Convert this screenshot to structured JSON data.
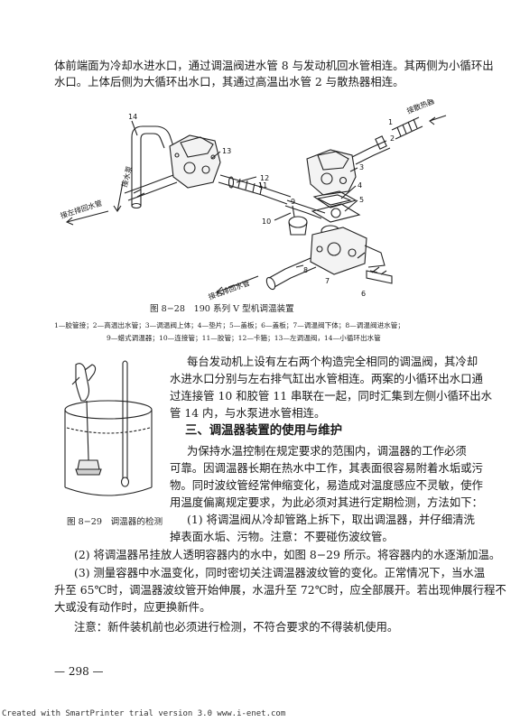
{
  "top_text": {
    "line1": "体前端面为冷却水进水口，通过调温阀进水管 8 与发动机回水管相连。其两侧为小循环出",
    "line2": "水口。上体后侧为大循环出水口，其通过高温出水管 2 与散热器相连。"
  },
  "fig28": {
    "labels": {
      "to_radiator": "接散热器",
      "to_left_return": "接左排回水管",
      "to_water_pump": "接水泵",
      "to_right_return": "接右排回水管",
      "n1": "1",
      "n2": "2",
      "n3": "3",
      "n4": "4",
      "n5": "5",
      "n6": "6",
      "n7": "7",
      "n8": "8",
      "n9": "9",
      "n10": "10",
      "n11": "11",
      "n12": "12",
      "n13": "13",
      "n14": "14"
    },
    "caption": "图 8−28　190 系列 V 型机调温装置",
    "legend_line1": "1—胶管接；2—高温出水管；3—调温阀上体；4—垫片；5—盖板；6—盖板；7—调温阀下体；8—调温阀进水管；",
    "legend_line2": "9—蜡式调温器；10—连接管；11—胶管；12—卡箍；13—左调温阀，14—小循环出水管"
  },
  "right_para": {
    "line1": "每台发动机上设有左右两个构造完全相同的调温阀，其冷却",
    "line2": "水进水口分别与左右排气缸出水管相连。两案的小循环出水口通",
    "line3": "过连接管 10 和胶管 11 串联在一起，同时汇集到左侧小循环出水",
    "line4": "管 14 内，与水泵进水管相连。"
  },
  "section_title": "三、调温器装置的使用与维护",
  "section_para": {
    "line1": "为保持水温控制在规定要求的范围内，调温器的工作必须",
    "line2": "可靠。因调温器长期在热水中工作，其表面很容易附着水垢或污",
    "line3": "物。同时波纹管经常伸缩变化，易造成对温度感应不灵敏，使作",
    "line4": "用温度偏离规定要求，为此必须对其进行定期检测，方法如下："
  },
  "step1": {
    "line1": "(1) 将调温阀从冷却管路上拆下，取出调温器，并仔细清洗",
    "line2": "掉表面水垢、污物。注意：不要碰伤波纹管。"
  },
  "fig29_caption": "图 8−29　调温器的检测",
  "step2": "(2) 将调温器吊挂放人透明容器内的水中，如图 8−29 所示。将容器内的水逐渐加温。",
  "step3": {
    "line1": "(3) 测量容器中水温变化，同时密切关注调温器波纹管的变化。正常情况下，当水温",
    "line2": "升至 65℃时，调温器波纹管开始伸展，水温升至 72℃时，应全部展开。若出现伸展行程不",
    "line3": "大或没有动作时，应更换新件。"
  },
  "note": "注意：新件装机前也必须进行检测，不符合要求的不得装机使用。",
  "page_number": "— 298 —",
  "footer": "Created with SmartPrinter trial version 3.0  www.i-enet.com"
}
